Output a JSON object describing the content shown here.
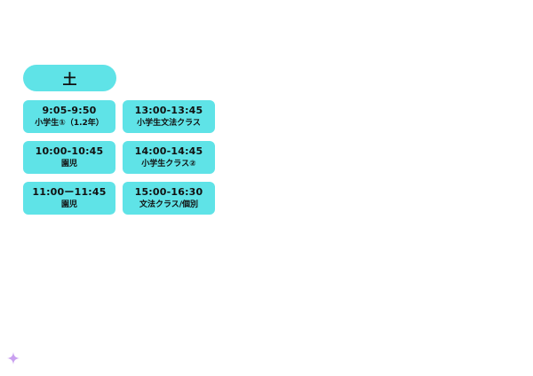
{
  "schedule": {
    "day": "土",
    "slots": [
      {
        "time": "9:05-9:50",
        "label": "小学生①（1.2年）"
      },
      {
        "time": "10:00-10:45",
        "label": "園児"
      },
      {
        "time": "11:00ー11:45",
        "label": "園児"
      },
      {
        "time": "13:00-13:45",
        "label": "小学生文法クラス"
      },
      {
        "time": "14:00-14:45",
        "label": "小学生クラス②"
      },
      {
        "time": "15:00-16:30",
        "label": "文法クラス/個別"
      }
    ]
  },
  "colors": {
    "accent": "#5fe3e7",
    "text": "#111111",
    "sparkle": "#c9a0f0"
  },
  "icons": {
    "sparkle": "sparkle-icon"
  }
}
